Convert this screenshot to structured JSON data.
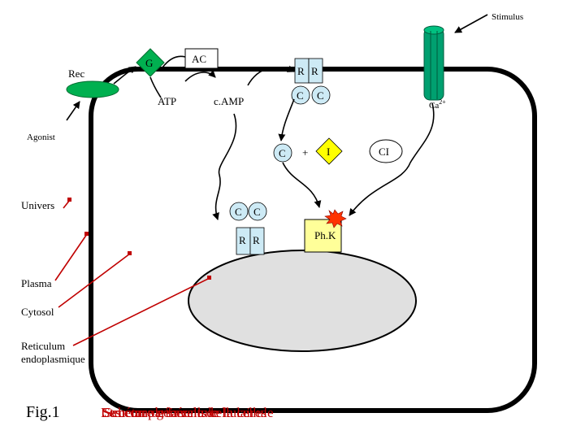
{
  "labels": {
    "stimulus": "Stimulus",
    "rec": "Rec",
    "g": "G",
    "ac": "AC",
    "atp": "ATP",
    "camp": "c.AMP",
    "r1": "R",
    "r2": "R",
    "c1": "C",
    "c2": "C",
    "ca": "Ca",
    "ca_sup": "2+",
    "agonist": "Agonist",
    "c_free": "C",
    "plus": "+",
    "i": "I",
    "ci": "CI",
    "univers": "Univers",
    "c3": "C",
    "c4": "C",
    "phk": "Ph.K",
    "r3": "R",
    "r4": "R",
    "plasma": "Plasma",
    "cytosol": "Cytosol",
    "reticulum_1": "Reticulum",
    "reticulum_2": "endoplasmique",
    "fig": "Fig.1"
  },
  "title_overlap": [
    "Structure générale de la cellule",
    "Les compartiments cellulaires",
    "Schéma de la cellule"
  ],
  "colors": {
    "cell_outline": "#000000",
    "nucleus_fill": "#e0e0e0",
    "receptor_green": "#00b050",
    "g_protein_green": "#00b050",
    "channel_teal": "#00a070",
    "subunit_blue": "#cdeaf5",
    "diamond_yellow": "#ffff00",
    "phk_yellow": "#ffff99",
    "pointer_red": "#c00000",
    "title_red": "#c00000",
    "burst_red": "#ff3300"
  }
}
